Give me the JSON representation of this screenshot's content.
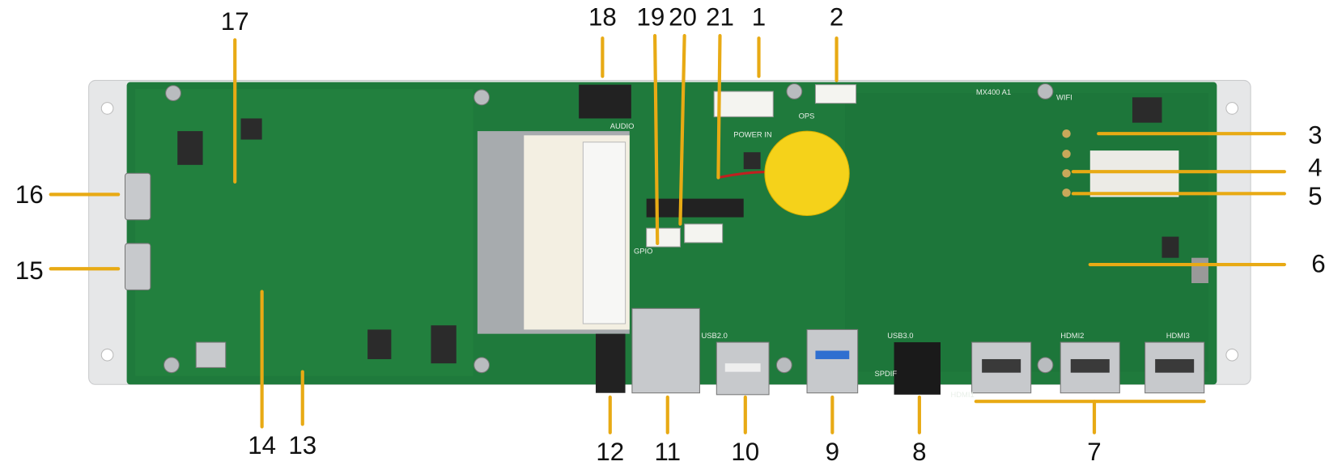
{
  "callouts": [
    {
      "id": "1",
      "label": "1"
    },
    {
      "id": "2",
      "label": "2"
    },
    {
      "id": "3",
      "label": "3"
    },
    {
      "id": "4",
      "label": "4"
    },
    {
      "id": "5",
      "label": "5"
    },
    {
      "id": "6",
      "label": "6"
    },
    {
      "id": "7",
      "label": "7"
    },
    {
      "id": "8",
      "label": "8"
    },
    {
      "id": "9",
      "label": "9"
    },
    {
      "id": "10",
      "label": "10"
    },
    {
      "id": "11",
      "label": "11"
    },
    {
      "id": "12",
      "label": "12"
    },
    {
      "id": "13",
      "label": "13"
    },
    {
      "id": "14",
      "label": "14"
    },
    {
      "id": "15",
      "label": "15"
    },
    {
      "id": "16",
      "label": "16"
    },
    {
      "id": "17",
      "label": "17"
    },
    {
      "id": "18",
      "label": "18"
    },
    {
      "id": "19",
      "label": "19"
    },
    {
      "id": "20",
      "label": "20"
    },
    {
      "id": "21",
      "label": "21"
    }
  ],
  "silkscreen": {
    "model": "MX400 A1",
    "power_in": "POWER IN",
    "audio": "AUDIO",
    "ops": "OPS",
    "wifi": "WIFI",
    "gpio": "GPIO",
    "usb20": "USB2.0",
    "usb30": "USB3.0",
    "spdif": "SPDIF",
    "hdmi1": "HDMI1",
    "hdmi2": "HDMI2",
    "hdmi3": "HDMI3"
  },
  "colors": {
    "pcb": "#1f7a3c",
    "plate": "#e6e7e8",
    "leader": "#e8aa14",
    "battery": "#f5d21a"
  }
}
